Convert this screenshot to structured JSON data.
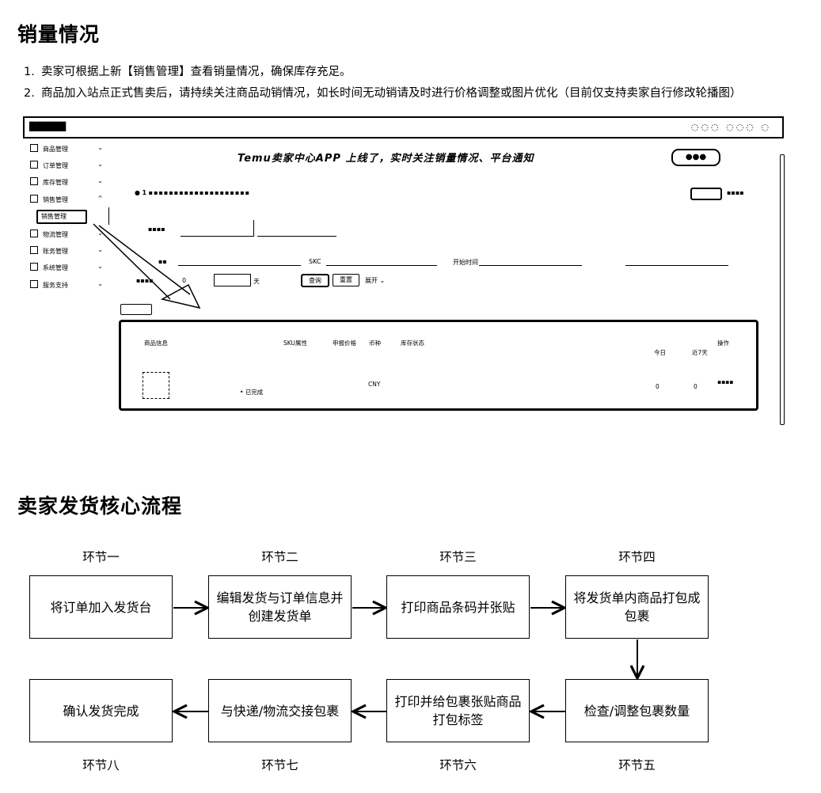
{
  "section1": {
    "title": "销量情况",
    "items": [
      {
        "num": "1.",
        "text": "卖家可根据上新【销售管理】查看销量情况，确保库存充足。"
      },
      {
        "num": "2.",
        "text": "商品加入站点正式售卖后，请持续关注商品动销情况，如长时间无动销请及时进行价格调整或图片优化（目前仅支持卖家自行修改轮播图）"
      }
    ]
  },
  "screenshot": {
    "banner": "Temu卖家中心APP 上线了，实时关注销量情况、平台通知",
    "sidebar": [
      {
        "label": "商品管理"
      },
      {
        "label": "订单管理"
      },
      {
        "label": "库存管理"
      },
      {
        "label": "销售管理"
      },
      {
        "label": "销售管理"
      },
      {
        "label": "物流管理"
      },
      {
        "label": "账务管理"
      },
      {
        "label": "系统管理"
      },
      {
        "label": "服务支持"
      }
    ],
    "notice_count": "1",
    "filter_labels": {
      "sku": "SKC",
      "date": "开始时间",
      "price": "0",
      "unit": "天"
    },
    "buttons": {
      "query": "查询",
      "reset": "重置",
      "expand": "展开"
    },
    "table_headers": [
      "商品信息",
      "SKU属性",
      "申报价格",
      "币种",
      "库存状态",
      "今日",
      "近7天",
      "操作"
    ],
    "row": {
      "currency": "CNY",
      "today": "0",
      "week7": "0",
      "status": "已完成"
    }
  },
  "section2": {
    "title": "卖家发货核心流程"
  },
  "flow": {
    "stages": [
      {
        "label": "环节一",
        "box": "将订单加入发货台"
      },
      {
        "label": "环节二",
        "box": "编辑发货与订单信息并创建发货单"
      },
      {
        "label": "环节三",
        "box": "打印商品条码并张贴"
      },
      {
        "label": "环节四",
        "box": "将发货单内商品打包成包裹"
      },
      {
        "label": "环节五",
        "box": "检查/调整包裹数量"
      },
      {
        "label": "环节六",
        "box": "打印并给包裹张贴商品打包标签"
      },
      {
        "label": "环节七",
        "box": "与快递/物流交接包裹"
      },
      {
        "label": "环节八",
        "box": "确认发货完成"
      }
    ]
  }
}
